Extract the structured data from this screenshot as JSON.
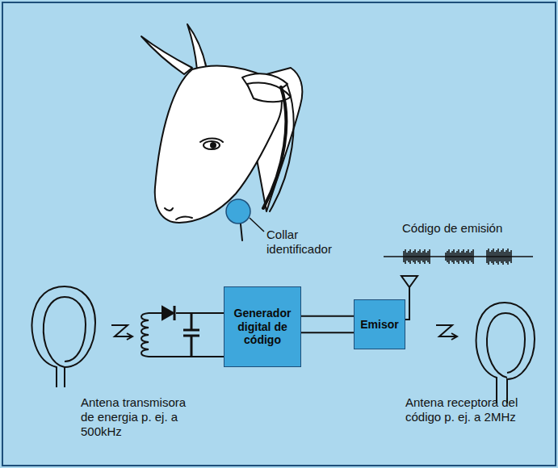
{
  "diagram": {
    "nodes": [
      {
        "text": [
          "Generador digital de código"
        ]
      },
      {
        "text": [
          "Emisor"
        ]
      }
    ],
    "edges": [
      {
        "from": 0,
        "to": 1,
        "arrow": "none"
      },
      {
        "from": 0,
        "to": 1,
        "arrow": "none"
      }
    ],
    "labels": [
      "Collar identificador",
      "Código de emisión",
      "Antena transmisora de energia p. ej. a 500kHz",
      "Antena receptora del código p. ej. a 2MHz"
    ]
  }
}
